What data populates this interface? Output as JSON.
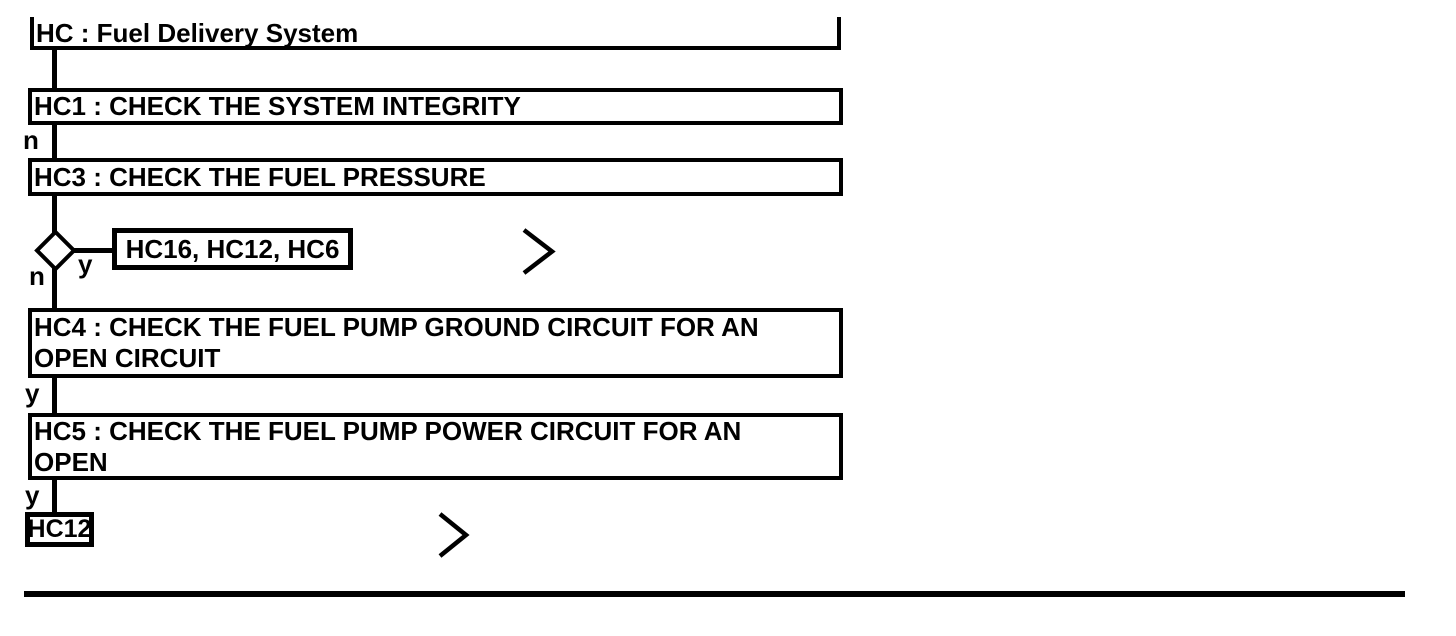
{
  "diagram": {
    "title_node": {
      "id": "HC",
      "label": "HC : Fuel Delivery System"
    },
    "nodes": {
      "hc1": {
        "label": "HC1 : CHECK THE SYSTEM INTEGRITY"
      },
      "hc3": {
        "label": "HC3 : CHECK THE FUEL PRESSURE"
      },
      "hc16_group": {
        "label": "HC16, HC12, HC6"
      },
      "hc4": {
        "lines": [
          "HC4 : CHECK THE FUEL PUMP GROUND CIRCUIT FOR AN",
          "OPEN CIRCUIT"
        ]
      },
      "hc5": {
        "lines": [
          "HC5 : CHECK THE FUEL PUMP POWER CIRCUIT FOR AN",
          "OPEN"
        ]
      },
      "hc12": {
        "label": "HC12"
      }
    },
    "branch_labels": {
      "hc1_no": "n",
      "decision_no": "n",
      "decision_yes": "y",
      "hc4_yes": "y",
      "hc5_yes": "y"
    },
    "icons": {
      "decision_diamond": "diamond-decision",
      "continue_arrow": "chevron-right"
    },
    "colors": {
      "line": "#000000",
      "background": "#ffffff",
      "node_fill": "#ffffff"
    }
  }
}
